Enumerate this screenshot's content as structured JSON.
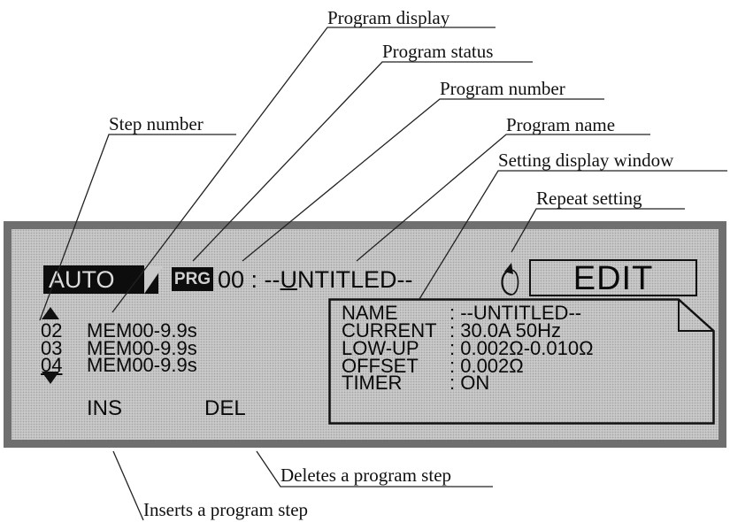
{
  "callouts": {
    "program_display": "Program display",
    "program_status": "Program status",
    "program_number": "Program number",
    "step_number": "Step number",
    "program_name": "Program name",
    "setting_display_window": "Setting display window",
    "repeat_setting": "Repeat setting",
    "deletes_step": "Deletes a program step",
    "inserts_step": "Inserts a program step"
  },
  "screen": {
    "mode": "AUTO",
    "prg_badge": "PRG",
    "program_number": "00 : --",
    "program_name_first": "U",
    "program_name_rest": "NTITLED--",
    "edit_label": "EDIT",
    "repeat_icon": "repeat-arrow-icon",
    "steps": [
      {
        "num": "02",
        "text": "MEM00-9.9s"
      },
      {
        "num": "03",
        "text": "MEM00-9.9s"
      },
      {
        "num": "04",
        "text": "MEM00-9.9s"
      }
    ],
    "settings": [
      {
        "key": "NAME",
        "value": ": --UNTITLED--"
      },
      {
        "key": "CURRENT",
        "value": ": 30.0A  50Hz"
      },
      {
        "key": "LOW-UP",
        "value": ": 0.002Ω-0.010Ω"
      },
      {
        "key": "OFFSET",
        "value": ": 0.002Ω"
      },
      {
        "key": "TIMER",
        "value": ": ON"
      }
    ],
    "softkeys": {
      "ins": "INS",
      "del": "DEL"
    }
  }
}
